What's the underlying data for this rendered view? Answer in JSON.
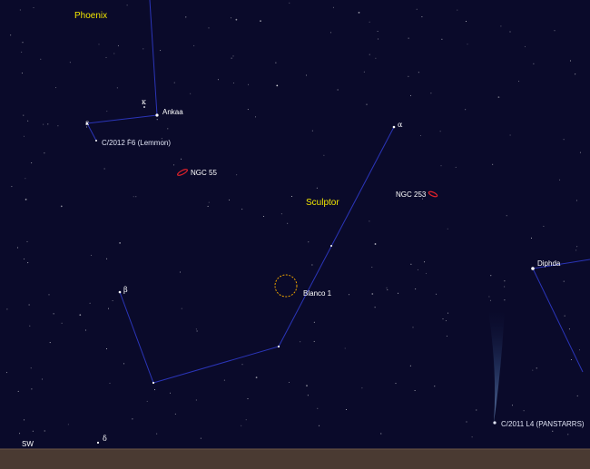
{
  "colors": {
    "sky": "#0a0a2a",
    "ground": "#4a3a32",
    "constellation_line": "#2b35b8",
    "constellation_label": "#f2e600",
    "galaxy": "#e0222a",
    "cluster": "#e8a000",
    "label": "#ffffff"
  },
  "constellations": {
    "phoenix": "Phoenix",
    "sculptor": "Sculptor"
  },
  "stars": {
    "ankaa": "Ankaa",
    "diphda": "Diphda",
    "kappa": "κ",
    "epsilon": "ε",
    "alpha": "α",
    "beta": "β",
    "delta": "δ"
  },
  "deep_sky": {
    "ngc55": "NGC 55",
    "ngc253": "NGC 253",
    "blanco1": "Blanco 1"
  },
  "comets": {
    "lemmon": "C/2012 F6 (Lemmon)",
    "panstarrs": "C/2011 L4 (PANSTARRS)"
  },
  "horizon": {
    "direction": "SW"
  }
}
